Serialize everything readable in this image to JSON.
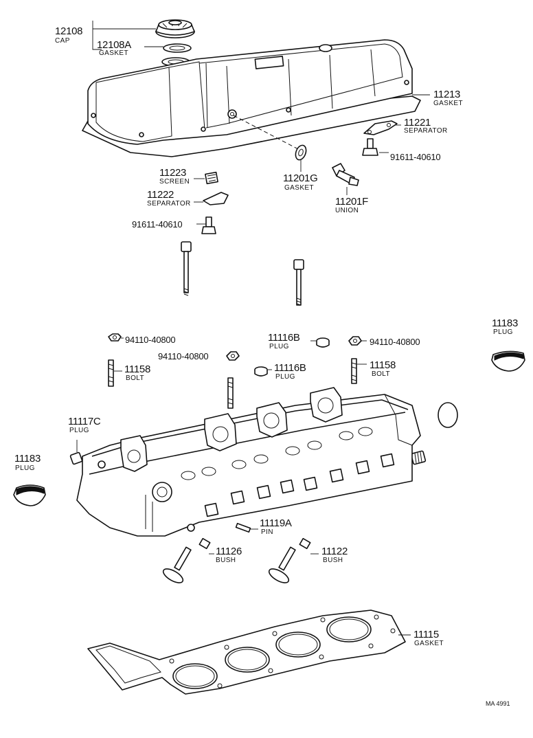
{
  "labels": {
    "cap_num": "12108",
    "cap_name": "CAP",
    "cap_gasket_num": "12108A",
    "cap_gasket_name": "GASKET",
    "cover_gasket_num": "11213",
    "cover_gasket_name": "GASKET",
    "sep_top_num": "11221",
    "sep_top_name": "SEPARATOR",
    "bolt_top_pn": "91611-40610",
    "screen_num": "11223",
    "screen_name": "SCREEN",
    "sep_mid_num": "11222",
    "sep_mid_name": "SEPARATOR",
    "union_gasket_num": "11201G",
    "union_gasket_name": "GASKET",
    "union_num": "11201F",
    "union_name": "UNION",
    "bolt_mid_pn": "91611-40610",
    "plug_right_num": "11183",
    "plug_right_name": "PLUG",
    "nut_left_pn": "94110-40800",
    "plug_b_top_num": "11116B",
    "plug_b_top_name": "PLUG",
    "nut_right_pn": "94110-40800",
    "nut_center_pn": "94110-40800",
    "stud_left_num": "11158",
    "stud_left_name": "BOLT",
    "plug_b_mid_num": "11116B",
    "plug_b_mid_name": "PLUG",
    "stud_right_num": "11158",
    "stud_right_name": "BOLT",
    "plug_c_num": "11117C",
    "plug_c_name": "PLUG",
    "plug_left_num": "11183",
    "plug_left_name": "PLUG",
    "pin_num": "11119A",
    "pin_name": "PIN",
    "bush_left_num": "11126",
    "bush_left_name": "BUSH",
    "bush_right_num": "11122",
    "bush_right_name": "BUSH",
    "head_gasket_num": "11115",
    "head_gasket_name": "GASKET",
    "diagram_code": "MA 4991"
  }
}
